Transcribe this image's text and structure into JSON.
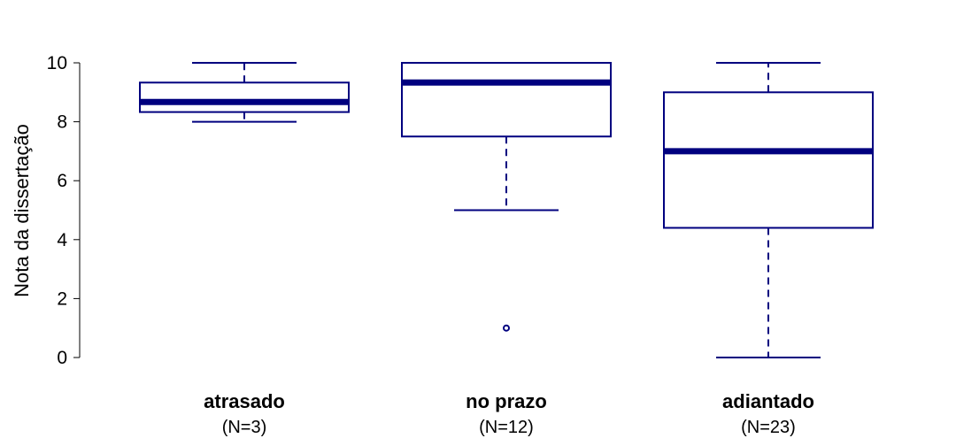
{
  "chart_data": {
    "type": "box",
    "ylabel": "Nota da dissertação",
    "ylim": [
      0,
      10
    ],
    "yticks": [
      "0",
      "2",
      "4",
      "6",
      "8",
      "10"
    ],
    "color": "#00007f",
    "categories": [
      {
        "label": "atrasado",
        "n_label": "(N=3)",
        "whisker_low": 8.0,
        "q1": 8.33,
        "median": 8.67,
        "q3": 9.33,
        "whisker_high": 10.0,
        "outliers": []
      },
      {
        "label": "no prazo",
        "n_label": "(N=12)",
        "whisker_low": 5.0,
        "q1": 7.5,
        "median": 9.33,
        "q3": 10.0,
        "whisker_high": 10.0,
        "outliers": [
          1.0
        ]
      },
      {
        "label": "adiantado",
        "n_label": "(N=23)",
        "whisker_low": 0.0,
        "q1": 4.4,
        "median": 7.0,
        "q3": 9.0,
        "whisker_high": 10.0,
        "outliers": []
      }
    ]
  }
}
